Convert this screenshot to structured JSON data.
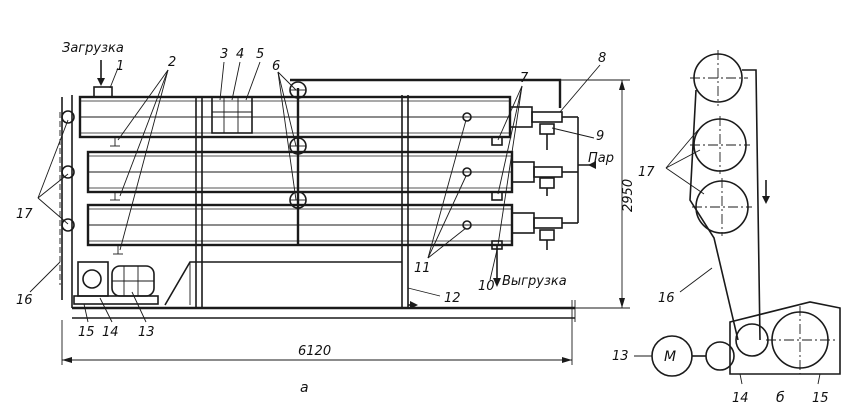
{
  "labels": {
    "loading": "Загрузка",
    "unloading": "Выгрузка",
    "steam": "Пар",
    "motor": "М",
    "dim_length": "6120",
    "dim_height": "2950",
    "caption_a": "а",
    "caption_b": "б"
  },
  "callouts": {
    "n1": "1",
    "n2": "2",
    "n3": "3",
    "n4": "4",
    "n5": "5",
    "n6": "6",
    "n7": "7",
    "n8": "8",
    "n9": "9",
    "n10": "10",
    "n11": "11",
    "n12": "12",
    "n13": "13",
    "n14": "14",
    "n15": "15",
    "n16": "16",
    "n17": "17",
    "n13b": "13",
    "n14b": "14",
    "n15b": "15",
    "n16b": "16",
    "n17b": "17"
  }
}
